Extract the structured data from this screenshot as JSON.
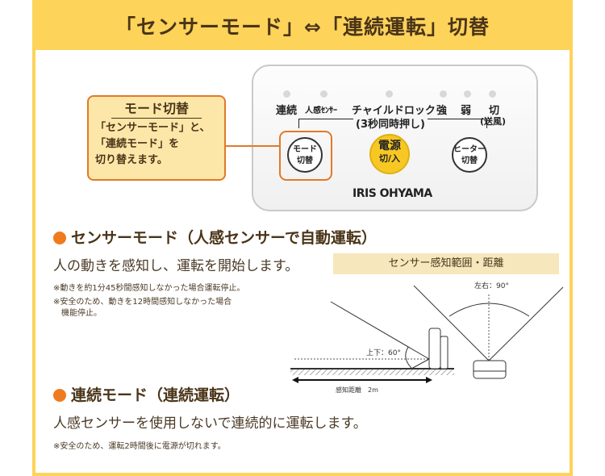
{
  "title": "「センサーモード」⇔「連続運転」切替",
  "colors": {
    "frame": "#fdd35a",
    "accent": "#f07b1e",
    "callout_bg": "#fde7a8",
    "power_button": "#f7c824"
  },
  "remote": {
    "labels": [
      "連続",
      "人感ｾﾝｻｰ",
      "チャイルドロック",
      "強",
      "弱",
      "切"
    ],
    "off_sub": "(送風)",
    "lock_hint": "(3秒同時押し)",
    "mode_button": [
      "モード",
      "切替"
    ],
    "power_button": [
      "電源",
      "切/入"
    ],
    "heater_button": [
      "ヒーター",
      "切替"
    ],
    "brand": "IRIS OHYAMA"
  },
  "callout": {
    "heading": "モード切替",
    "lines": [
      "「センサーモード」と、",
      "「連続モード」を",
      "切り替えます。"
    ]
  },
  "sensor": {
    "heading": "センサーモード（人感センサーで自動運転）",
    "text": "人の動きを感知し、運転を開始します。",
    "notes": [
      "※動きを約1分45秒間感知しなかった場合運転停止。",
      "※安全のため、動きを12時間感知しなかった場合\n　機能停止。"
    ]
  },
  "diagram": {
    "label": "センサー感知範囲・距離",
    "vertical": "上下：60°",
    "horizontal": "左右：90°",
    "distance": "感知距離　2m"
  },
  "continuous": {
    "heading": "連続モード（連続運転）",
    "text": "人感センサーを使用しないで連続的に運転します。",
    "note": "※安全のため、運転2時間後に電源が切れます。"
  }
}
